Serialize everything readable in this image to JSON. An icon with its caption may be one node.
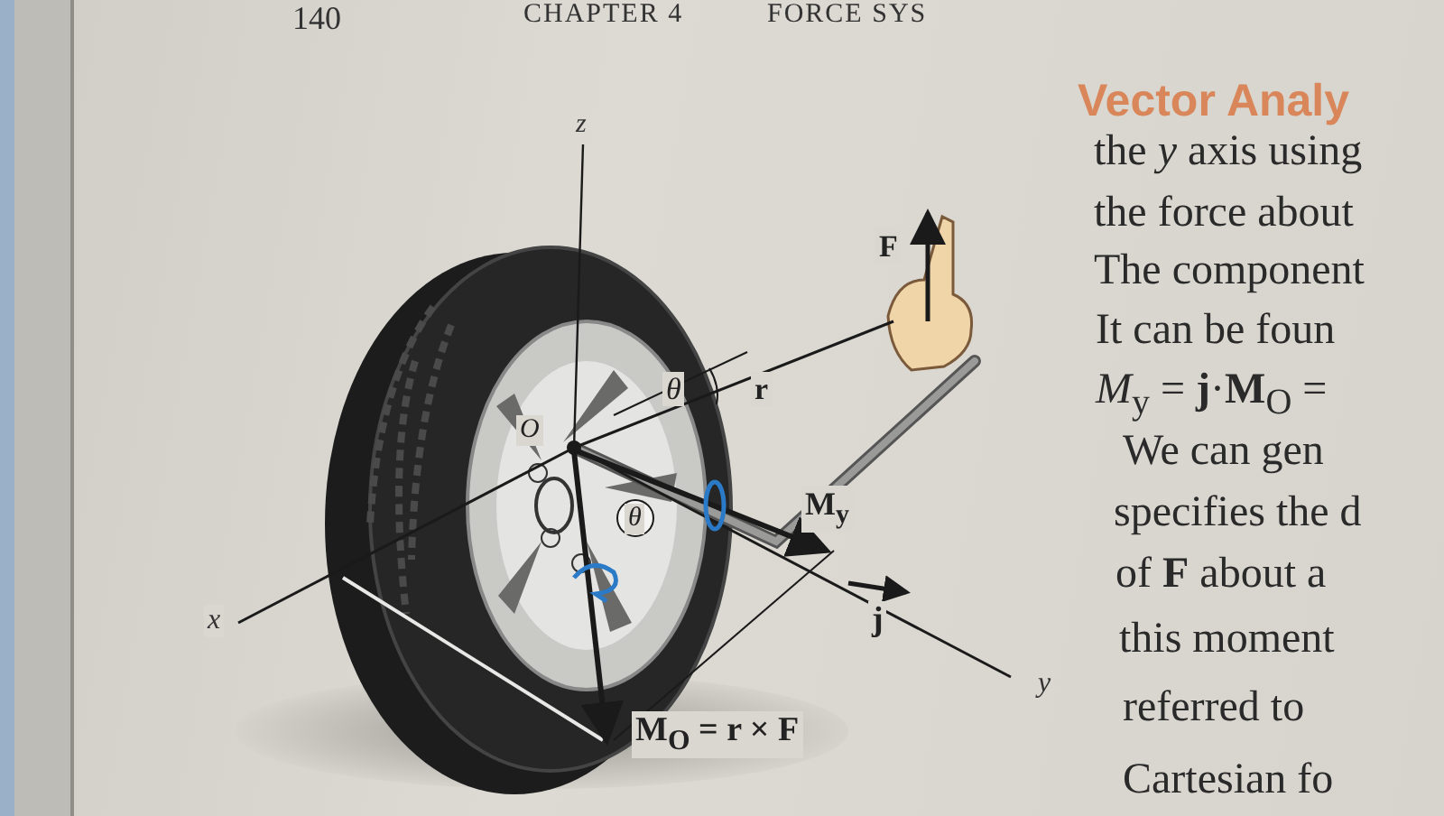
{
  "diagram": {
    "labels": [
      "140",
      "CHAPTER 4",
      "FORCE SYS",
      "z",
      "F",
      "θ",
      "r",
      "O",
      "θ",
      "M$_{y}$",
      "j",
      "x",
      "y",
      "M$_{O}$ = r × F",
      "Vector Analy",
      "the *y* axis using",
      "the force about",
      "The component",
      "It can be foun",
      "*M*$_{y}$ = **j**·**M**$_{O}$ =",
      "We can gen",
      "specifies the d",
      "of **F** about a",
      "this moment",
      "referred to",
      "Cartesian fo"
    ]
  }
}
